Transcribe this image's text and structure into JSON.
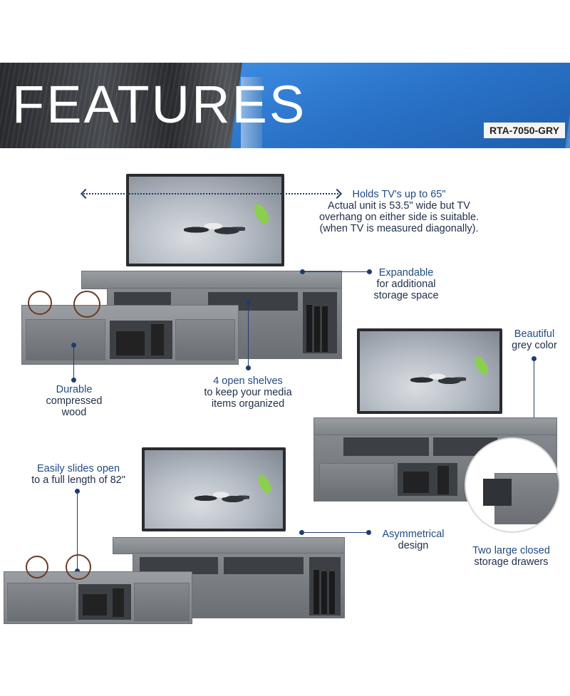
{
  "header": {
    "title": "FEATURES",
    "model": "RTA-7050-GRY"
  },
  "callouts": {
    "tv_size": {
      "headline": "Holds TV's up to 65\"",
      "line1": "Actual unit is 53.5\" wide but TV",
      "line2": "overhang on either side is suitable.",
      "line3": "(when TV is measured diagonally)."
    },
    "expandable": {
      "headline": "Expandable",
      "line1": "for additional",
      "line2": "storage space"
    },
    "durable": {
      "headline": "Durable",
      "line1": "compressed",
      "line2": "wood"
    },
    "shelves": {
      "headline": "4 open shelves",
      "line1": "to keep your media",
      "line2": "items organized"
    },
    "color": {
      "headline": "Beautiful",
      "line1": "grey color"
    },
    "slides": {
      "headline": "Easily slides open",
      "line1": "to a full length of 82\""
    },
    "asymmetrical": {
      "headline": "Asymmetrical",
      "line1": "design"
    },
    "drawers": {
      "headline": "Two large closed",
      "line1": "storage drawers"
    }
  },
  "colors": {
    "accent_navy": "#1f3c6e",
    "text": "#1e2e4a",
    "wood_grey": "#8c9095"
  }
}
